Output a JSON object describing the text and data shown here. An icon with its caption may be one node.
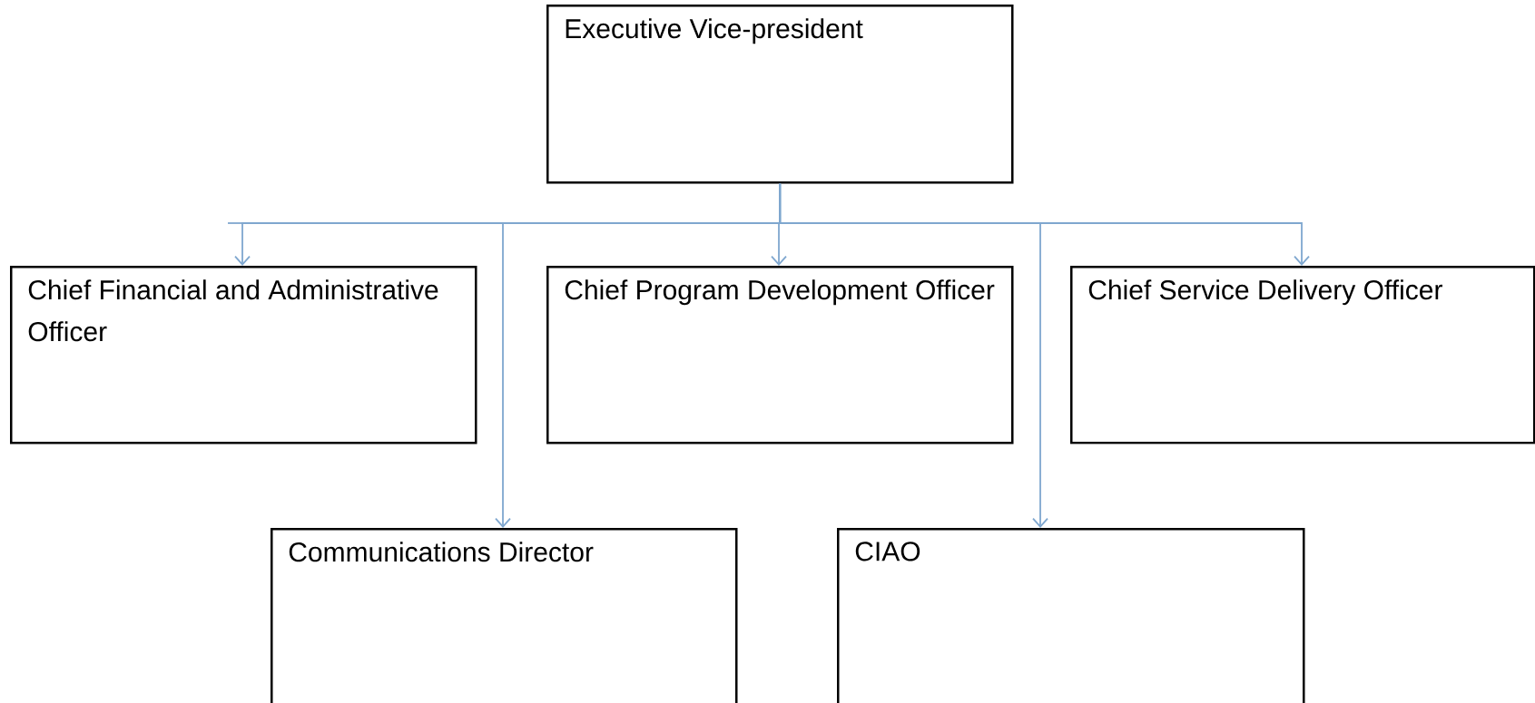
{
  "diagram": {
    "nodes": [
      {
        "text": [
          "Executive Vice-president"
        ]
      },
      {
        "text": [
          "Chief Financial and Administrative Officer"
        ]
      },
      {
        "text": [
          "Chief Program Development Officer"
        ]
      },
      {
        "text": [
          "Chief Service Delivery Officer"
        ]
      },
      {
        "text": [
          "Communications Director"
        ]
      },
      {
        "text": [
          "CIAO"
        ]
      }
    ],
    "edges": [
      {
        "from": 0,
        "to": 1,
        "arrow": "to"
      },
      {
        "from": 0,
        "to": 4,
        "arrow": "to"
      },
      {
        "from": 0,
        "to": 2,
        "arrow": "to"
      },
      {
        "from": 0,
        "to": 5,
        "arrow": "to"
      },
      {
        "from": 0,
        "to": 3,
        "arrow": "to"
      }
    ]
  }
}
